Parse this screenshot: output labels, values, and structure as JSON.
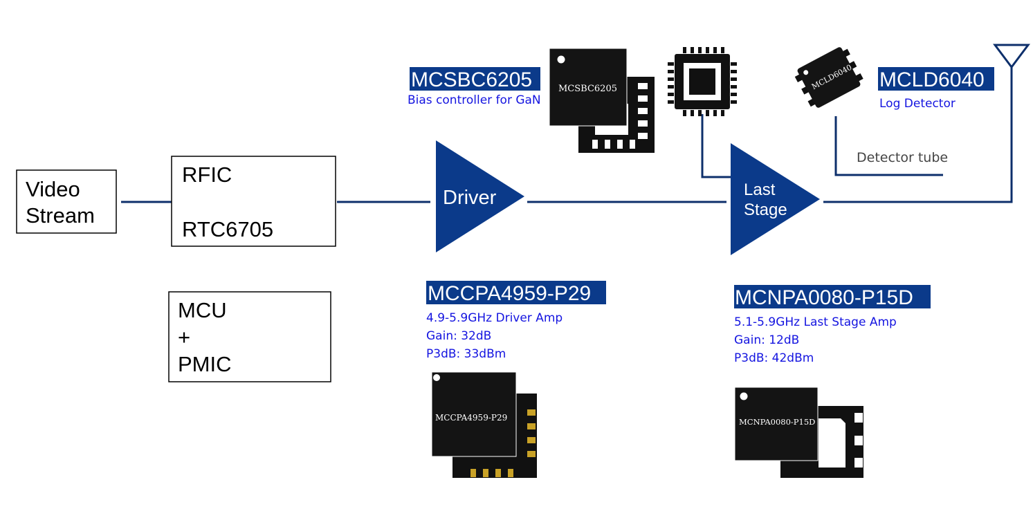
{
  "colors": {
    "navy": "#0b3a8a",
    "line": "#0d2f6b",
    "desc_blue": "#1414e0",
    "chip": "#111111",
    "pad_gold": "#c9a227"
  },
  "blocks": {
    "video_stream": [
      "Video",
      "Stream"
    ],
    "rfic": [
      "RFIC",
      "RTC6705"
    ],
    "mcu": [
      "MCU",
      "+",
      "PMIC"
    ]
  },
  "amplifiers": {
    "driver": [
      "Driver"
    ],
    "last_stage": [
      "Last",
      "Stage"
    ]
  },
  "parts": {
    "bias": {
      "title": "MCSBC6205",
      "desc": [
        "Bias controller for GaN"
      ],
      "chip_label": "MCSBC6205"
    },
    "detector": {
      "title": "MCLD6040",
      "desc": [
        "Log Detector"
      ],
      "chip_label": "MCLD6040"
    },
    "driver_amp": {
      "title": "MCCPA4959-P29",
      "desc": [
        "4.9-5.9GHz Driver Amp",
        "Gain: 32dB",
        "P3dB: 33dBm"
      ],
      "chip_label": "MCCPA4959-P29"
    },
    "last_amp": {
      "title": "MCNPA0080-P15D",
      "desc": [
        "5.1-5.9GHz Last Stage Amp",
        "Gain: 12dB",
        "P3dB: 42dBm"
      ],
      "chip_label": "MCNPA0080-P15D"
    }
  },
  "labels": {
    "detector_tube": "Detector tube"
  },
  "icons": [
    "antenna-icon",
    "processor-chip-icon"
  ]
}
